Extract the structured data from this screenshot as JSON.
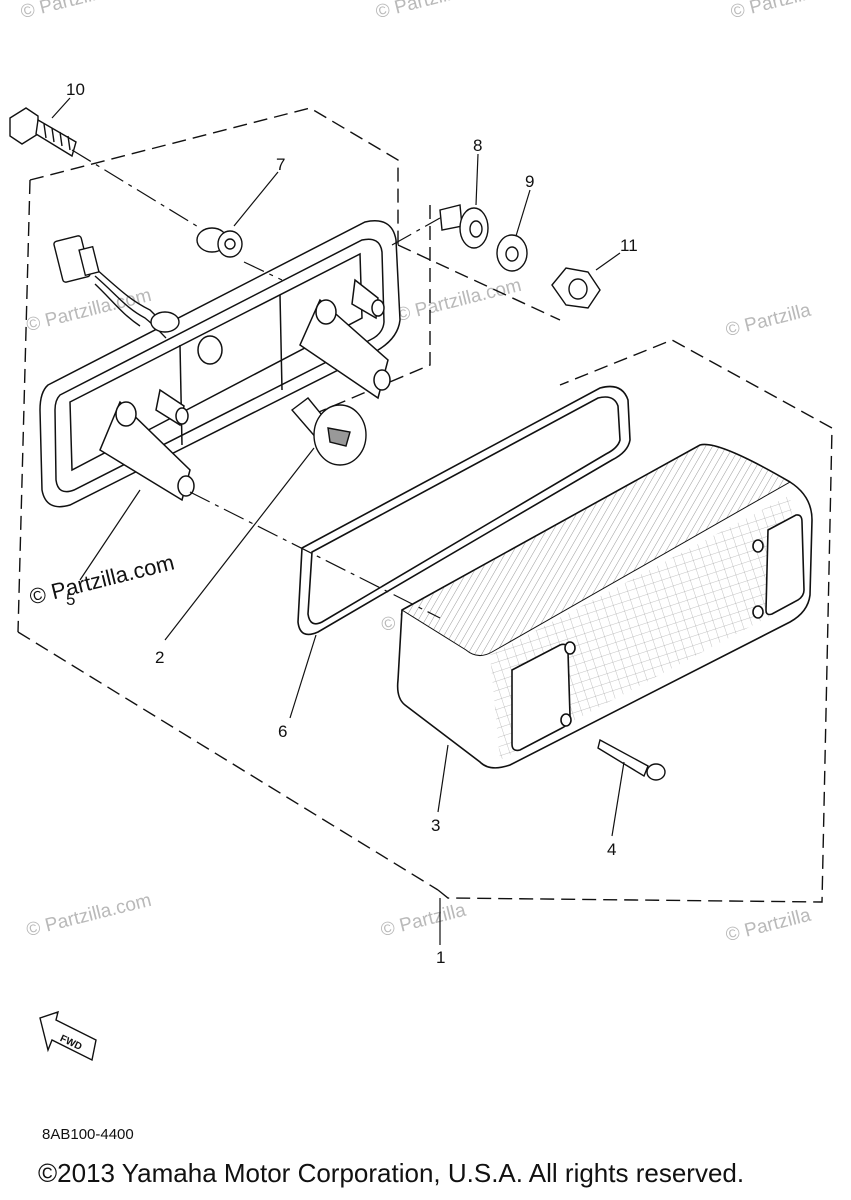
{
  "watermarks": [
    "© Partzilla",
    "© Partzilla",
    "© Partzilla",
    "© Partzilla.com",
    "© Partzilla.com",
    "© Partzilla",
    "© Partzilla.com",
    "© Partzilla.com",
    "© Partzilla",
    "© Partzilla"
  ],
  "partzilla_label": "© Partzilla.com",
  "callouts": [
    "10",
    "7",
    "8",
    "9",
    "11",
    "5",
    "2",
    "6",
    "3",
    "4",
    "1"
  ],
  "fwd_label": "FWD",
  "diagram_code": "8AB100-4400",
  "copyright": "©2013  Yamaha Motor Corporation, U.S.A. All rights reserved."
}
